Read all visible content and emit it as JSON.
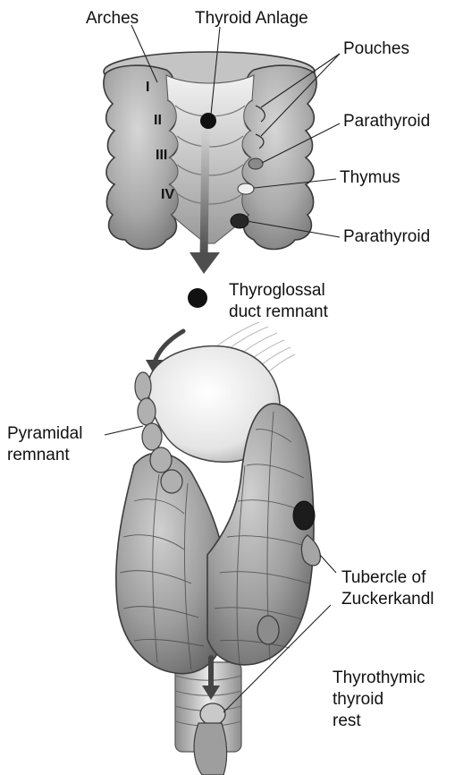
{
  "labels": {
    "arches": "Arches",
    "thyroid_anlage": "Thyroid Anlage",
    "pouches": "Pouches",
    "parathyroid_upper": "Parathyroid",
    "thymus": "Thymus",
    "parathyroid_lower": "Parathyroid",
    "thyroglossal_line1": "Thyroglossal",
    "thyroglossal_line2": "duct remnant",
    "pyramidal_line1": "Pyramidal",
    "pyramidal_line2": "remnant",
    "tubercle_line1": "Tubercle of",
    "tubercle_line2": "Zuckerkandl",
    "thyrothymic_line1": "Thyrothymic",
    "thyrothymic_line2": "thyroid",
    "thyrothymic_line3": "rest"
  },
  "arch_numerals": [
    "I",
    "II",
    "III",
    "IV"
  ]
}
